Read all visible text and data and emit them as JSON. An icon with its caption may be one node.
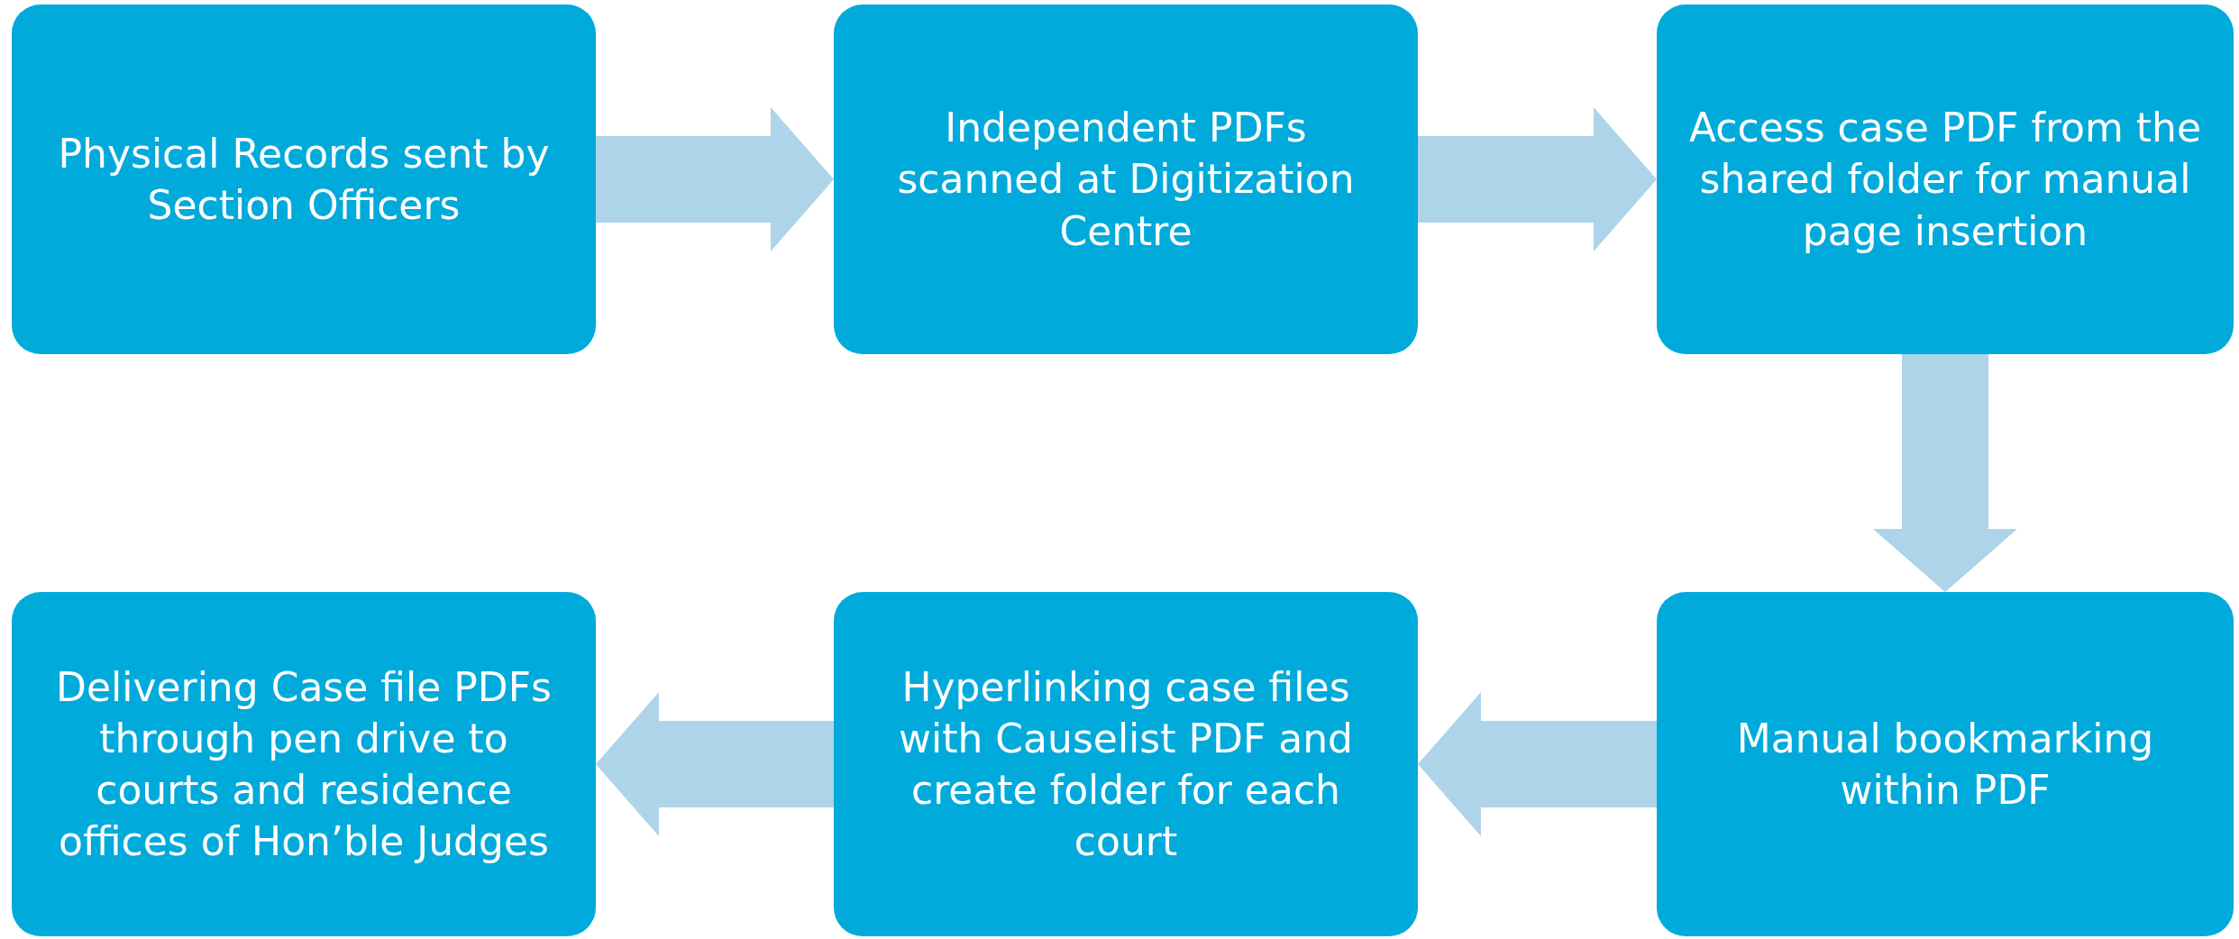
{
  "diagram": {
    "nodes": [
      {
        "text": [
          "Physical Records sent by Section Officers"
        ]
      },
      {
        "text": [
          "Independent PDFs scanned at Digitization Centre"
        ]
      },
      {
        "text": [
          "Access case PDF from the shared folder for manual page insertion"
        ]
      },
      {
        "text": [
          "Manual bookmarking within PDF"
        ]
      },
      {
        "text": [
          "Hyperlinking case files with Causelist PDF and create folder for each court"
        ]
      },
      {
        "text": [
          "Delivering Case file PDFs through pen drive to courts and residence offices of Hon’ble Judges"
        ]
      }
    ],
    "edges": [
      {
        "from": 0,
        "to": 1,
        "arrow": "to"
      },
      {
        "from": 1,
        "to": 2,
        "arrow": "to"
      },
      {
        "from": 2,
        "to": 3,
        "arrow": "to"
      },
      {
        "from": 3,
        "to": 4,
        "arrow": "to"
      },
      {
        "from": 4,
        "to": 5,
        "arrow": "to"
      }
    ]
  }
}
